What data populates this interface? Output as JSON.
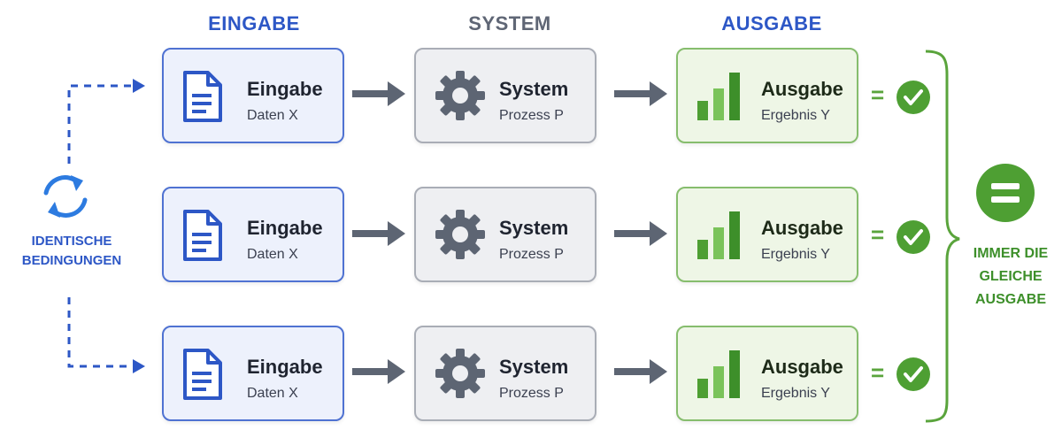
{
  "headers": {
    "input": "EINGABE",
    "system": "SYSTEM",
    "output": "AUSGABE"
  },
  "left_label": {
    "line1": "IDENTISCHE",
    "line2": "BEDINGUNGEN"
  },
  "right_label": {
    "line1": "IMMER DIE",
    "line2": "GLEICHE",
    "line3": "AUSGABE"
  },
  "rows": [
    {
      "input": {
        "title": "Eingabe",
        "sub": "Daten X"
      },
      "system": {
        "title": "System",
        "sub": "Prozess P"
      },
      "output": {
        "title": "Ausgabe",
        "sub": "Ergebnis Y"
      },
      "equals": "="
    },
    {
      "input": {
        "title": "Eingabe",
        "sub": "Daten X"
      },
      "system": {
        "title": "System",
        "sub": "Prozess P"
      },
      "output": {
        "title": "Ausgabe",
        "sub": "Ergebnis Y"
      },
      "equals": "="
    },
    {
      "input": {
        "title": "Eingabe",
        "sub": "Daten X"
      },
      "system": {
        "title": "System",
        "sub": "Prozess P"
      },
      "output": {
        "title": "Ausgabe",
        "sub": "Ergebnis Y"
      },
      "equals": "="
    }
  ],
  "icons": {
    "input": "document-icon",
    "system": "gear-icon",
    "output": "bar-chart-icon",
    "match": "check-circle-icon",
    "cycle": "refresh-cycle-icon",
    "result": "equals-circle-icon"
  },
  "colors": {
    "blue": "#2d57c6",
    "gray": "#5f6675",
    "green": "#4e9f33",
    "green_dark": "#3d8f2a"
  }
}
